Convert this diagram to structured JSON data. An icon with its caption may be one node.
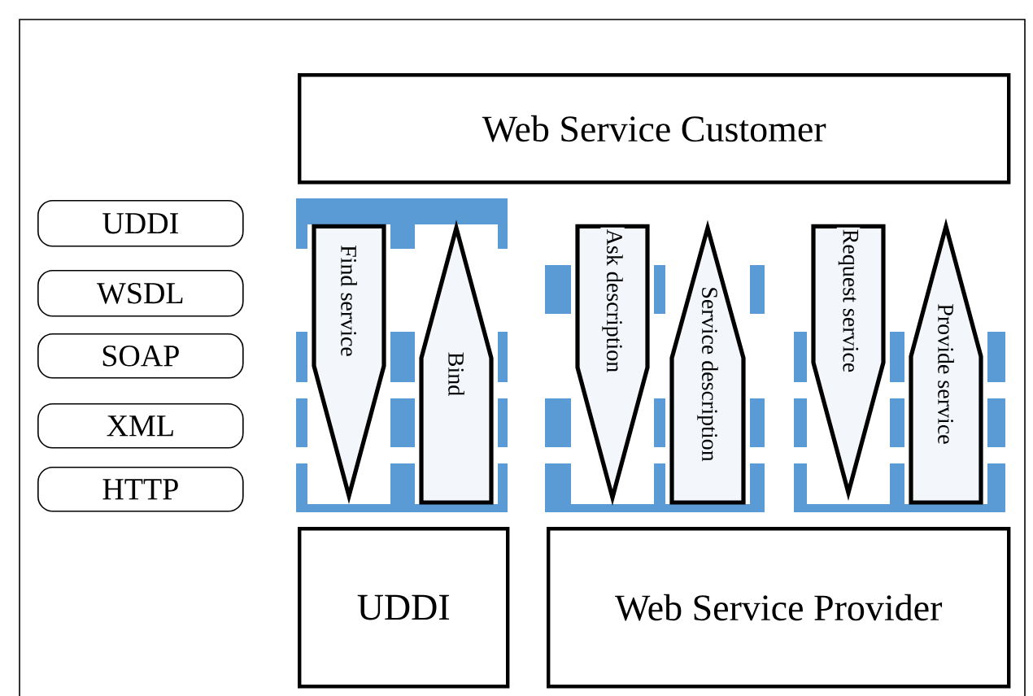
{
  "diagram": {
    "nodes": [
      {
        "text": [
          "Web Service Customer"
        ]
      },
      {
        "text": [
          "UDDI"
        ]
      },
      {
        "text": [
          "WSDL"
        ]
      },
      {
        "text": [
          "SOAP"
        ]
      },
      {
        "text": [
          "XML"
        ]
      },
      {
        "text": [
          "HTTP"
        ]
      },
      {
        "text": [
          "UDDI"
        ]
      },
      {
        "text": [
          "Web Service Provider"
        ]
      }
    ],
    "edges": [
      {
        "from": 0,
        "to": 6,
        "arrow": "to",
        "label": "Find service"
      },
      {
        "from": 6,
        "to": 0,
        "arrow": "to",
        "label": "Bind"
      },
      {
        "from": 0,
        "to": 7,
        "arrow": "to",
        "label": "Ask description"
      },
      {
        "from": 7,
        "to": 0,
        "arrow": "to",
        "label": "Service description"
      },
      {
        "from": 0,
        "to": 7,
        "arrow": "to",
        "label": "Request service"
      },
      {
        "from": 7,
        "to": 0,
        "arrow": "to",
        "label": "Provide service"
      }
    ]
  }
}
